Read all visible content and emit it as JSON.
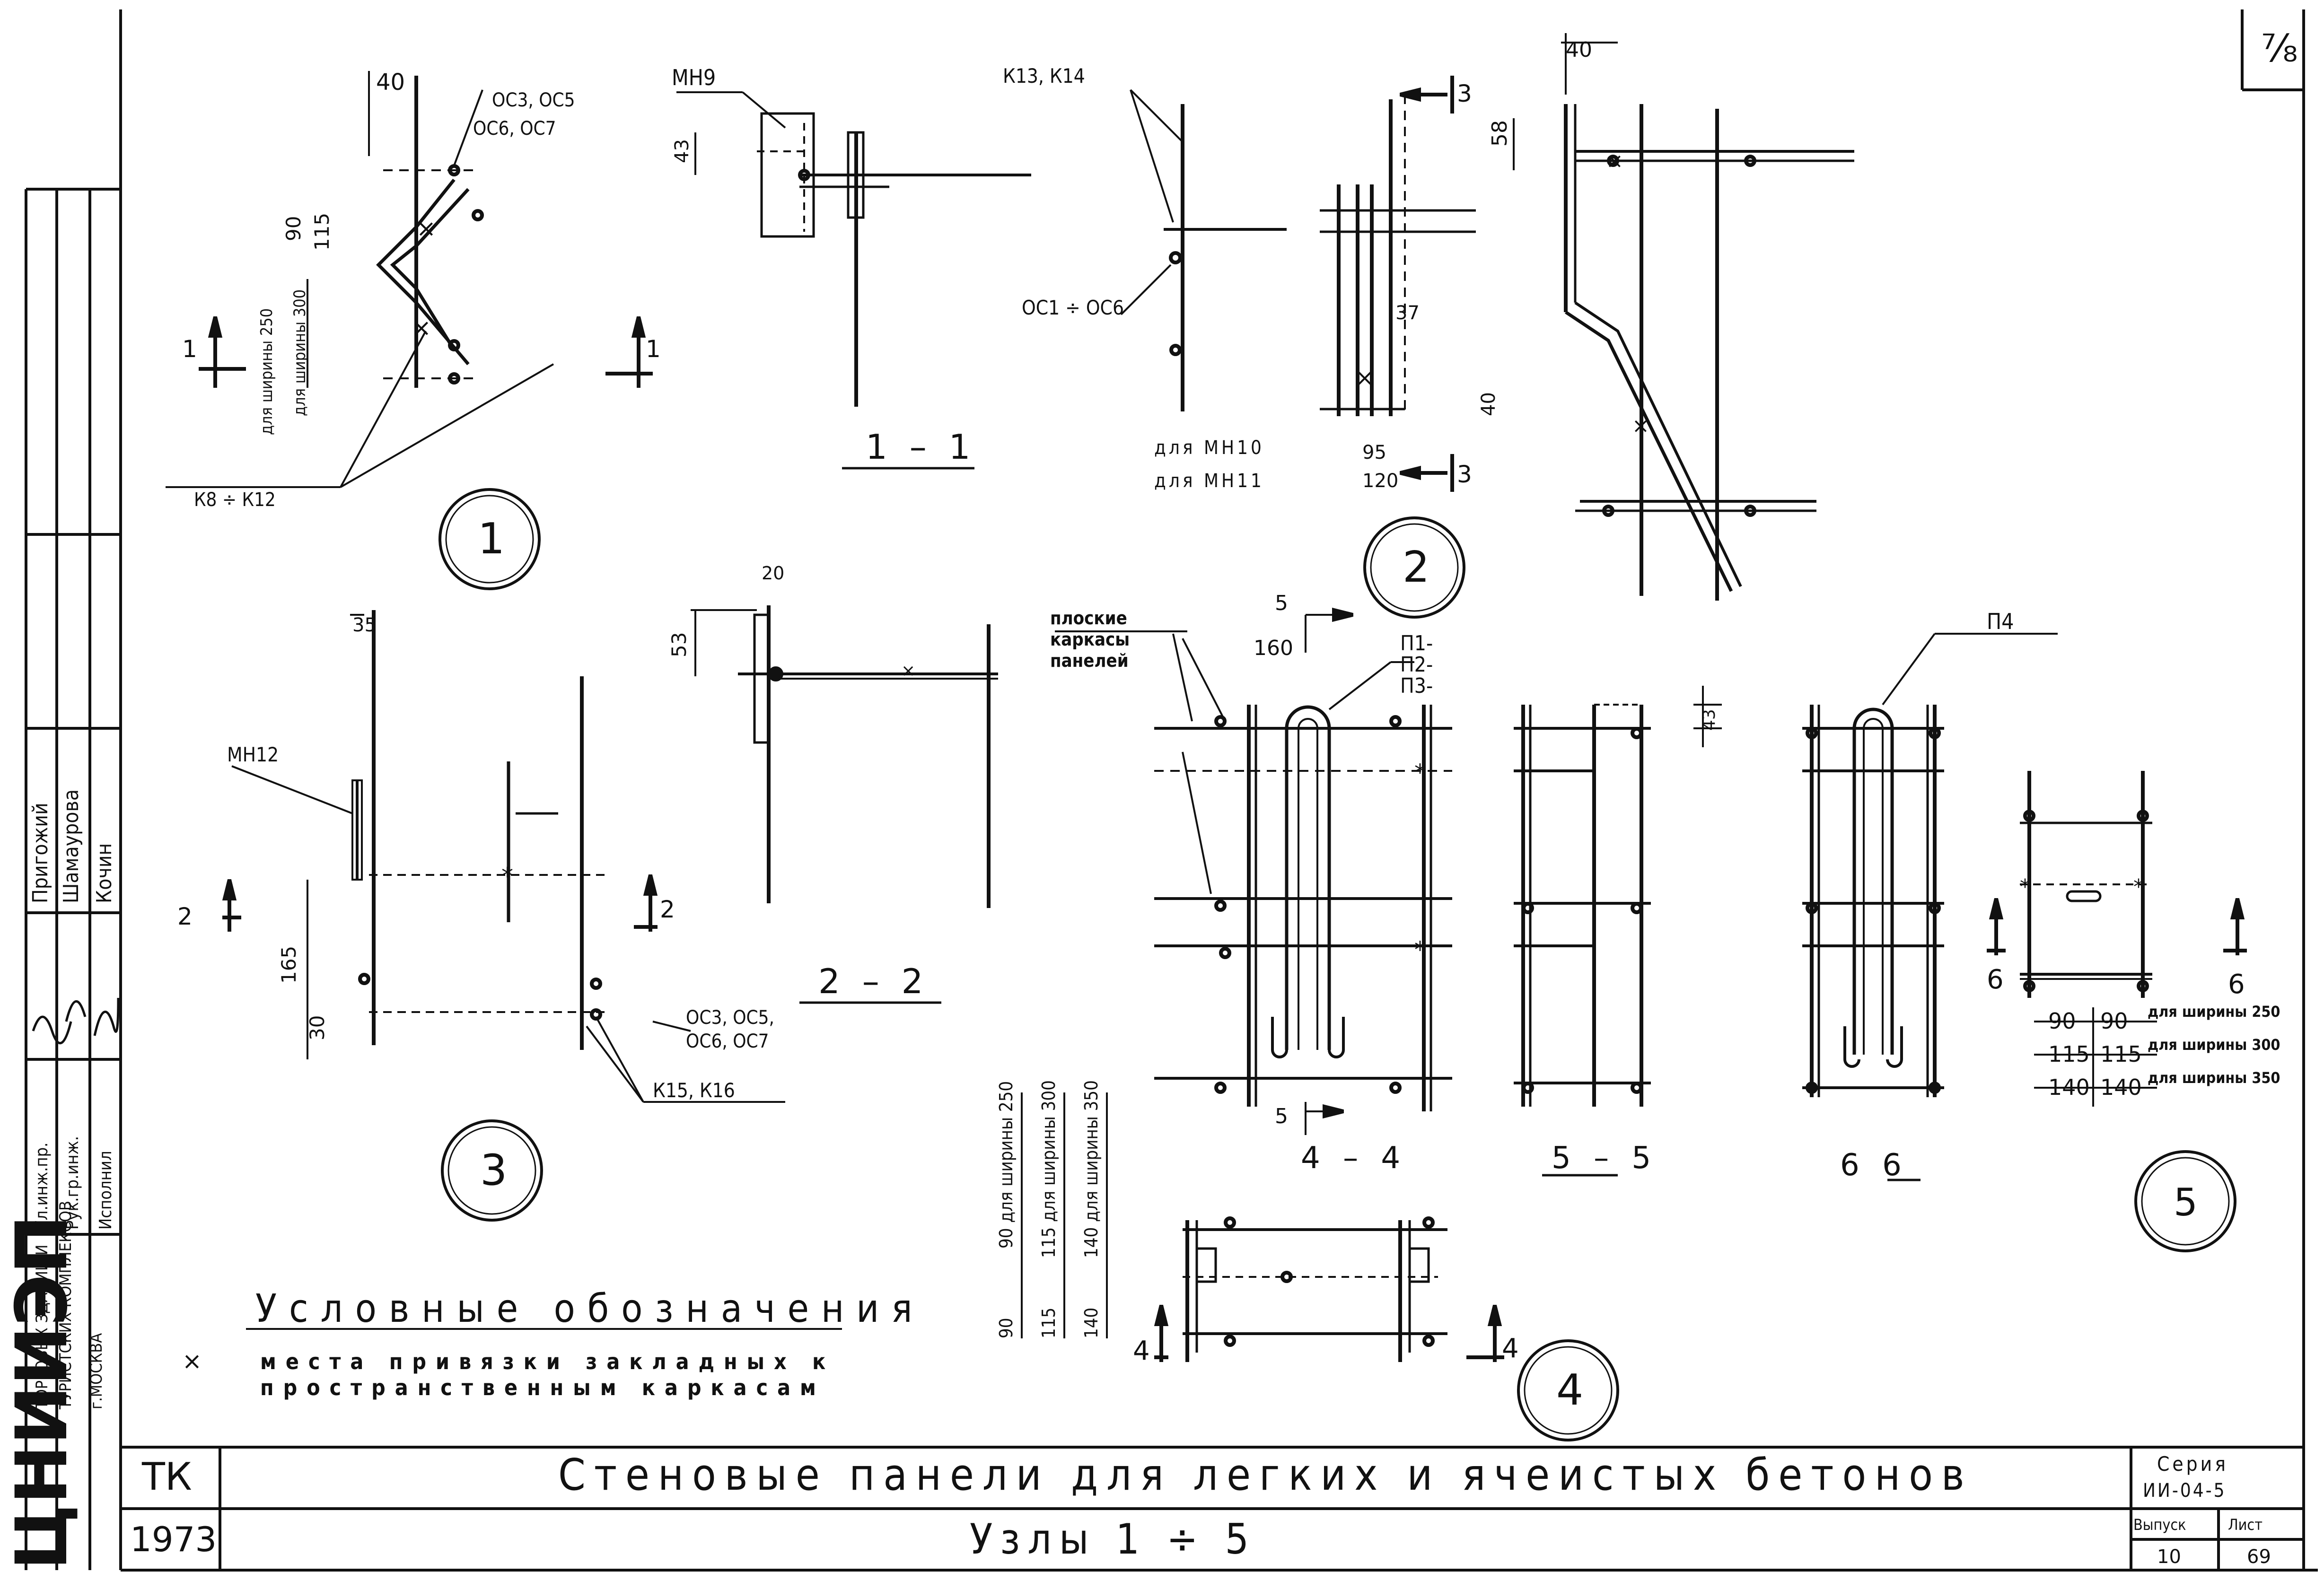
{
  "sheet": {
    "corner_mark": "⅞",
    "institute_logo": "ЦНИИЭП",
    "institute_sub": [
      "ТОРГОВЫХ ЗДАНИЙ И",
      "ТУРИСТСКИХ КОМПЛЕКСОВ",
      "г.МОСКВА"
    ],
    "roles": [
      "Гл.инж.пр.",
      "Рук.гр.инж.",
      "Исполнил"
    ],
    "names": [
      "Пригожий",
      "Шамаурова",
      "Кочин"
    ]
  },
  "title_block": {
    "code": "ТК",
    "year": "1973",
    "title": "Стеновые панели для легких и ячеистых бетонов",
    "subtitle": "Узлы 1 ÷ 5",
    "series_label": "Серия",
    "series_value": "ИИ-04-5",
    "issue_label": "Выпуск",
    "issue_value": "10",
    "sheet_label": "Лист",
    "sheet_value": "69"
  },
  "node1": {
    "number": "1",
    "dim_top": "40",
    "dim_90": "90",
    "dim_115": "115",
    "width_250": "для ширины 250",
    "width_300": "для ширины 300",
    "callout_top_1": "ОС3, ОС5",
    "callout_top_2": "ОС6, ОС7",
    "callout_bottom": "К8 ÷ К12",
    "section_mark": "1"
  },
  "section11": {
    "callout": "МН9",
    "dim": "43",
    "title": "1 – 1"
  },
  "node2": {
    "number": "2",
    "callout_top": "К13, К14",
    "callout_mid": "ОС1 ÷ ОС6",
    "label_mn10": "для МН10",
    "label_mn11": "для МН11",
    "dim_37": "37",
    "dim_40": "40",
    "dim_95": "95",
    "dim_120": "120",
    "section_mark": "3",
    "dim_40_top": "40",
    "dim_58": "58"
  },
  "node3": {
    "number": "3",
    "callout_mn": "МН12",
    "dim_35": "35",
    "dim_165": "165",
    "dim_30": "30",
    "callout_os_1": "ОС3, ОС5,",
    "callout_os_2": "ОС6, ОС7",
    "callout_k": "К15, К16",
    "section_mark": "2"
  },
  "section22": {
    "dim_20": "20",
    "dim_53": "53",
    "title": "2 – 2"
  },
  "node4": {
    "number": "4",
    "callout_flat_1": "плоские",
    "callout_flat_2": "каркасы",
    "callout_flat_3": "панелей",
    "dim_160": "160",
    "p1": "П1-",
    "p2": "П2-",
    "p3": "П3-",
    "section_mark": "5",
    "title44": "4 – 4",
    "title55": "5 – 5",
    "dim_43": "43",
    "widths": [
      "90",
      "90 для ширины 250",
      "115",
      "115 для ширины 300",
      "140",
      "140 для ширины 350"
    ],
    "section4_mark": "4"
  },
  "node5": {
    "number": "5",
    "callout_p4": "П4",
    "title66": "6   6",
    "section_mark": "6",
    "dims_left": [
      "90",
      "115",
      "140"
    ],
    "dims_right": [
      "90",
      "115",
      "140"
    ],
    "width_notes": [
      "для ширины 250",
      "для ширины 300",
      "для ширины 350"
    ]
  },
  "legend": {
    "title": "Условные обозначения",
    "symbol": "×",
    "text_1": "места привязки закладных к",
    "text_2": "пространственным каркасам"
  }
}
